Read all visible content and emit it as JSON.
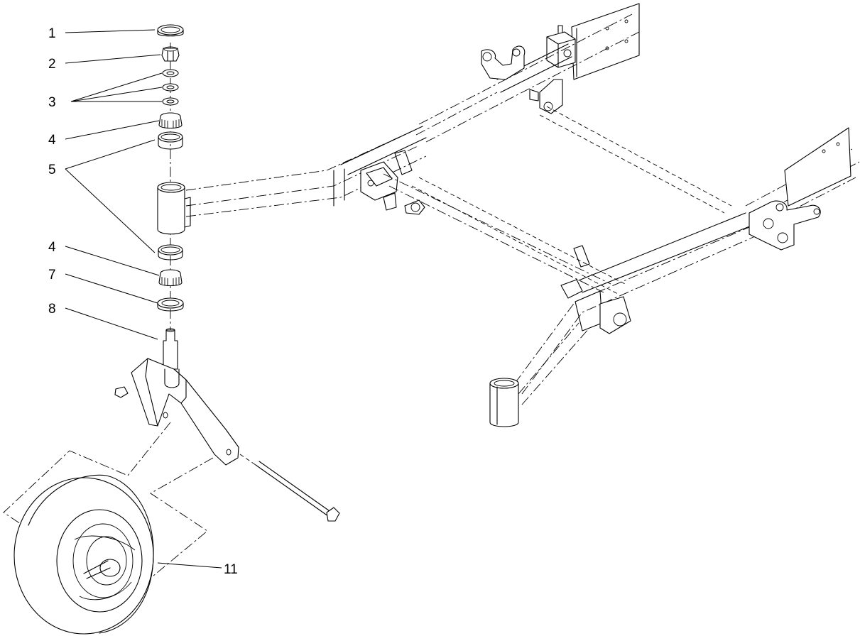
{
  "callouts": [
    {
      "id": "c1",
      "label": "1"
    },
    {
      "id": "c2",
      "label": "2"
    },
    {
      "id": "c3",
      "label": "3"
    },
    {
      "id": "c4a",
      "label": "4"
    },
    {
      "id": "c5",
      "label": "5"
    },
    {
      "id": "c4b",
      "label": "4"
    },
    {
      "id": "c7",
      "label": "7"
    },
    {
      "id": "c8",
      "label": "8"
    },
    {
      "id": "c11",
      "label": "11"
    }
  ]
}
